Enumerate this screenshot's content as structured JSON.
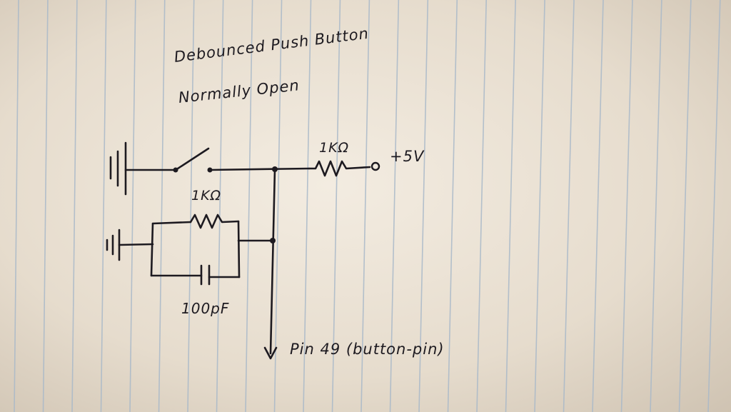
{
  "title": {
    "line1": "Debounced Push Button",
    "line2": "Normally Open"
  },
  "components": {
    "pullup_resistor": "1KΩ",
    "supply": "+5V",
    "parallel_resistor": "1KΩ",
    "capacitor": "100pF",
    "output": "Pin 49 (button-pin)"
  },
  "colors": {
    "ink": "#1d1a20",
    "paper": "#efe7da",
    "rule_line": "#a9b9c9"
  }
}
